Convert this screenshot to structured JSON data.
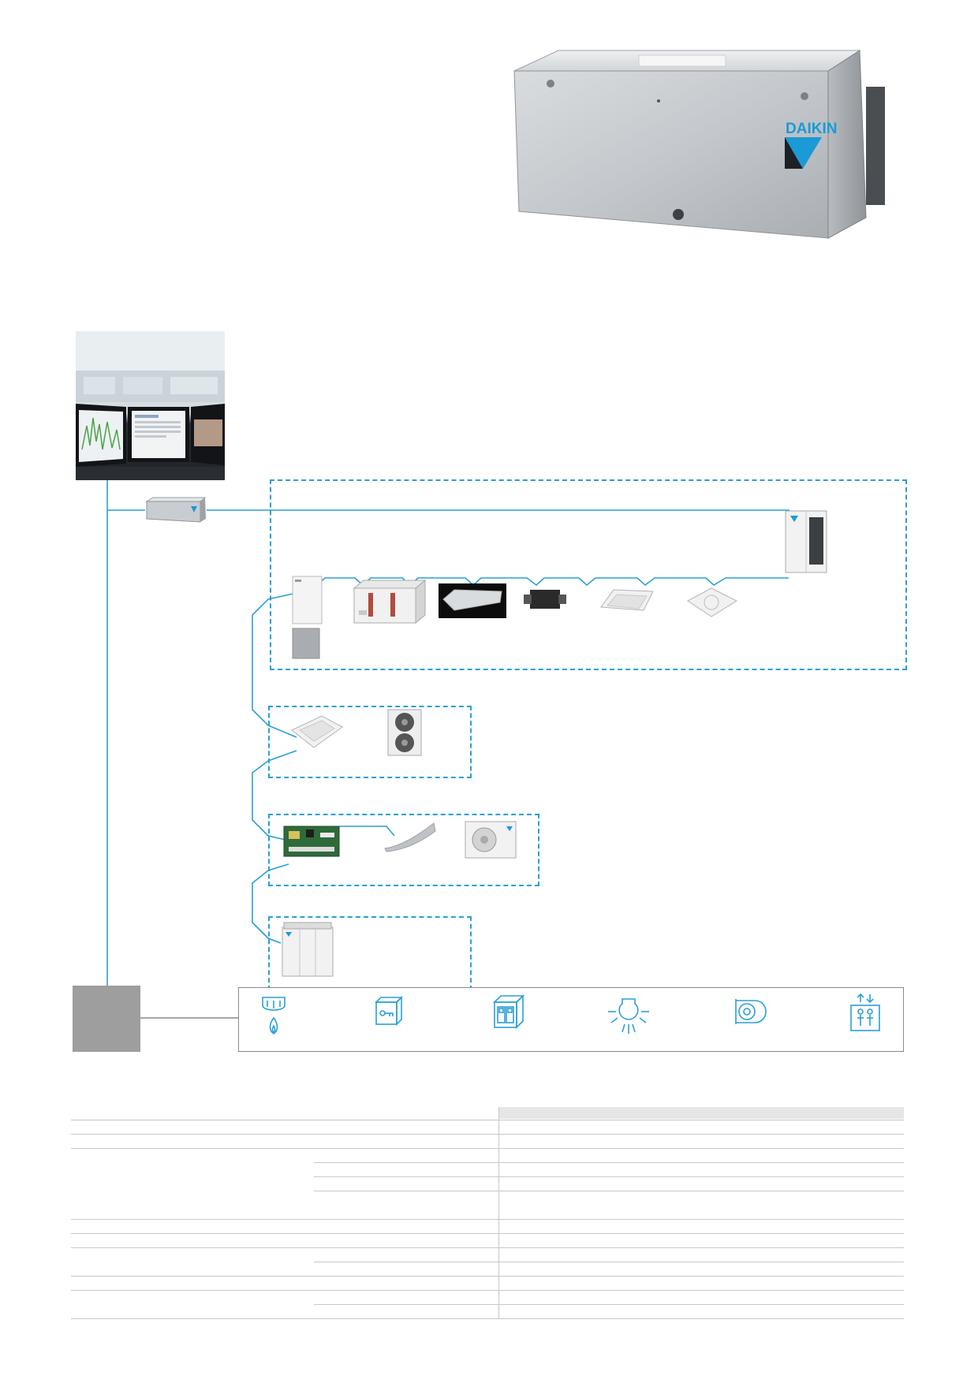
{
  "hero": {
    "brand_logo_text": "DAIKIN"
  },
  "diagram": {
    "line_color": "#2a9fd6",
    "brand_color": "#1a9ad6",
    "groups": [
      {
        "id": "vrv-group",
        "units": [
          "hydrobox-unit",
          "ahu-unit",
          "ceiling-suspended-unit",
          "ventilation-unit",
          "cassette-2way-unit",
          "cassette-round-unit",
          "vrv-outdoor-unit",
          "tank-unit"
        ]
      },
      {
        "id": "sky-air-group",
        "units": [
          "cassette-unit",
          "sky-air-outdoor-unit"
        ]
      },
      {
        "id": "split-group",
        "units": [
          "interface-pcb",
          "wall-mounted-unit",
          "split-outdoor-unit"
        ]
      },
      {
        "id": "chiller-group",
        "units": [
          "chiller-unit"
        ]
      }
    ],
    "building_services": [
      "fire-alarm-icon",
      "access-control-icon",
      "elevator-icon",
      "lighting-icon",
      "pump-icon",
      "lift-icon"
    ]
  },
  "table": {
    "header_fill": "#e6e6e6",
    "rule_color": "#c8c8c8"
  }
}
